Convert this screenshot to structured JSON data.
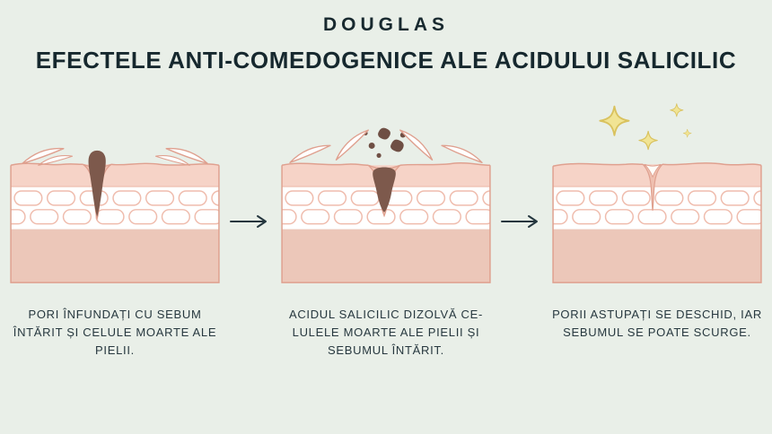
{
  "page": {
    "background": "#e9efe8"
  },
  "brand": {
    "logo_text": "DOUGLAS"
  },
  "title": "EFECTELE ANTI-COMEDOGENICE ALE ACIDULUI SALICILIC",
  "colors": {
    "text": "#1d3138",
    "skin_outline": "#dfa08f",
    "epidermis": "#f6d3c7",
    "dermis": "#ecc7b9",
    "brick_fill": "#ffffff",
    "brick_stroke": "#efbcad",
    "pore": "#f0c4b4",
    "sebum_brown": "#7d594c",
    "sparkle_yellow": "#f1e494"
  },
  "panels": [
    {
      "name": "clogged-pore",
      "caption": [
        "PORI ÎNFUNDAȚI CU SEBUM",
        "ÎNTĂRIT ȘI CELULE MOARTE ALE",
        "PIELII."
      ]
    },
    {
      "name": "salicylic-acid-dissolving",
      "caption": [
        "ACIDUL SALICILIC DIZOLVĂ CE-",
        "LULELE MOARTE ALE PIELII ȘI",
        "SEBUMUL ÎNTĂRIT."
      ]
    },
    {
      "name": "open-pore",
      "caption": [
        "PORII ASTUPAȚI SE DESCHID, IAR",
        "SEBUMUL SE POATE SCURGE."
      ]
    }
  ]
}
